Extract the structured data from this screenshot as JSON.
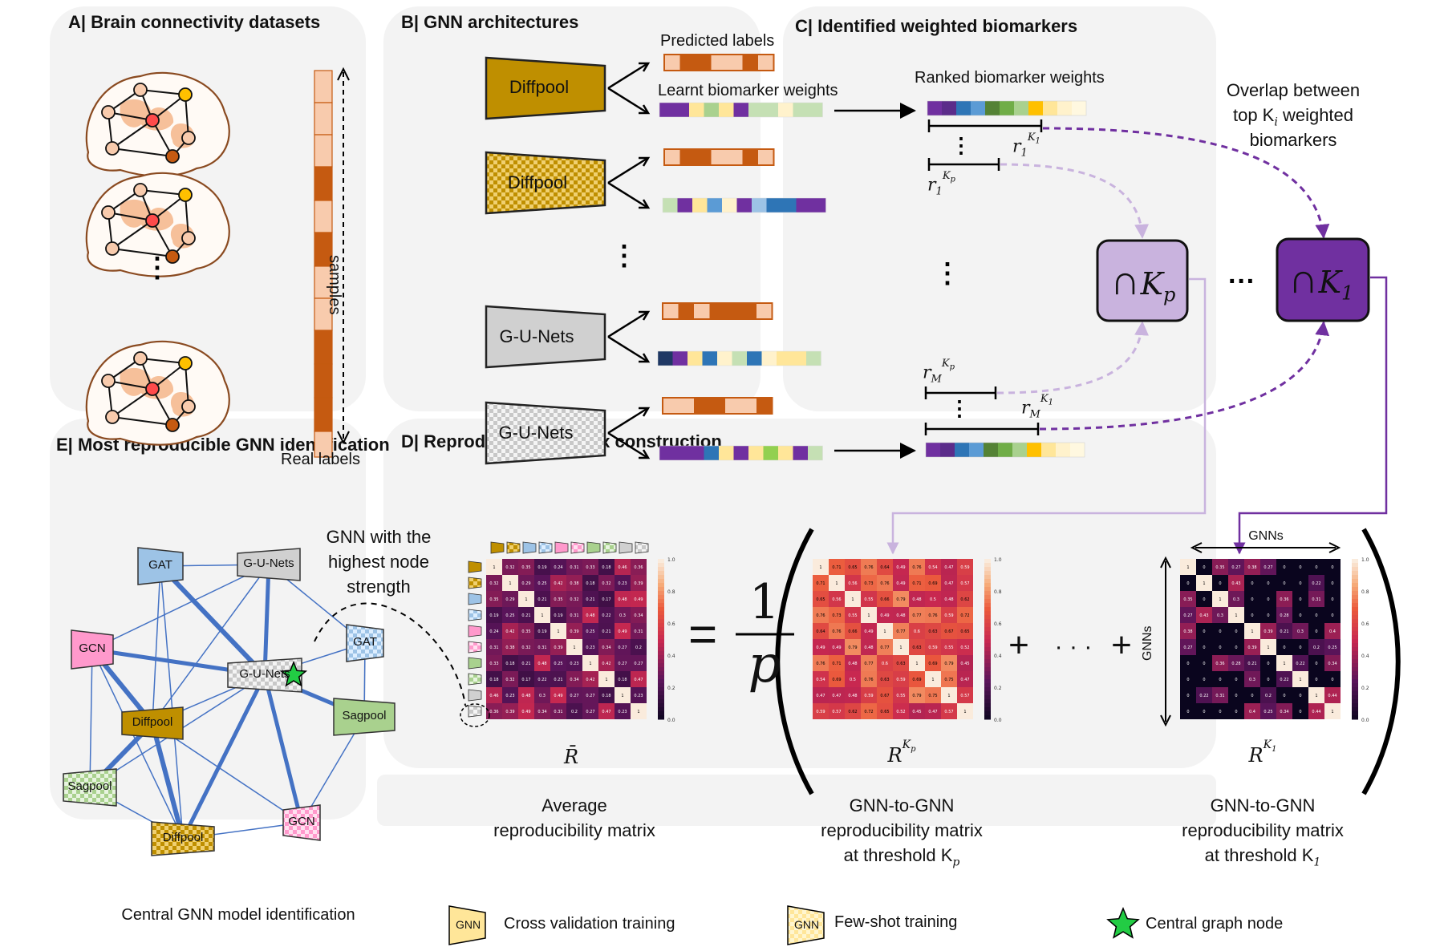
{
  "panels": {
    "A": {
      "title": "A| Brain connectivity datasets",
      "samples_label": "samples",
      "real_labels": "Real labels"
    },
    "B": {
      "title": "B| GNN architectures",
      "predicted_labels": "Predicted labels",
      "learnt_weights": "Learnt biomarker weights",
      "models": [
        "Diffpool",
        "Diffpool",
        "G-U-Nets",
        "G-U-Nets"
      ]
    },
    "C": {
      "title": "C| Identified weighted biomarkers",
      "ranked": "Ranked biomarker weights",
      "overlap_l1": "Overlap between",
      "overlap_l2": "top K",
      "overlap_sub": "i",
      "overlap_l2b": " weighted",
      "overlap_l3": "biomarkers",
      "cap_p": "∩",
      "cap_p_sub": "Kp",
      "cap_1": "∩",
      "cap_1_sub": "K1",
      "ellipsis": "···",
      "r1K1": "r",
      "r1Kp": "r",
      "rMKp": "r",
      "rMK1": "r"
    },
    "D": {
      "title": "D| Reproducibility matrix construction",
      "equals": "=",
      "frac_num": "1",
      "frac_den": "p",
      "plus1": "+",
      "dots": "· · ·",
      "plus2": "+",
      "avg_sym": "R̄",
      "avg_l1": "Average",
      "avg_l2": "reproducibility matrix",
      "rkp_sym": "R",
      "rkp_sup": "Kp",
      "g2g_l1": "GNN-to-GNN",
      "g2g_l2": "reproducibility matrix",
      "g2g_l3p": "at threshold K",
      "g2g_sub_p": "p",
      "rk1_sym": "R",
      "rk1_sup": "K1",
      "g2g2_l1": "GNN-to-GNN",
      "g2g2_l2": "reproducibility matrix",
      "g2g2_l3": "at threshold K",
      "g2g_sub_1": "1",
      "gnns_top": "GNNs",
      "gnns_side": "GNNs"
    },
    "E": {
      "title": "E| Most reproducible GNN identification",
      "callout_l1": "GNN with the",
      "callout_l2": "highest node",
      "callout_l3": "strength",
      "caption": "Central GNN model identification",
      "nodes": [
        "GAT",
        "G-U-Nets",
        "GCN",
        "G-U-Nets",
        "GAT",
        "Diffpool",
        "Sagpool",
        "Sagpool",
        "Diffpool",
        "GCN"
      ]
    }
  },
  "legend": {
    "gnn": "GNN",
    "cv": "Cross validation training",
    "gnn2": "GNN",
    "fs": "Few-shot training",
    "central": "Central graph node"
  },
  "colors": {
    "orange_dark": "#c55a11",
    "orange_light": "#f8cbad",
    "diffpool": "#bf8f00",
    "gunets": "#d0d0d0",
    "gat": "#9dc3e6",
    "gcn": "#ff99cc",
    "sagpool": "#a9d18e",
    "purple_light": "#c9b3de",
    "purple_dark": "#7030a0",
    "edge": "#4472c4",
    "star": "#22cc44"
  }
}
